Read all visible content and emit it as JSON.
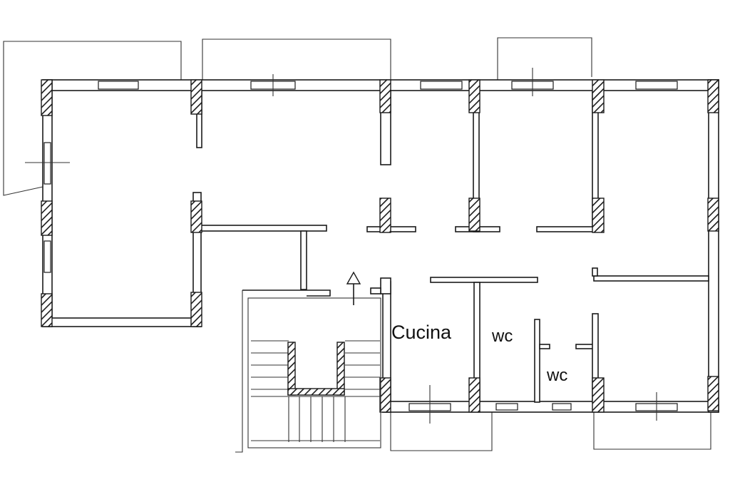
{
  "plan": {
    "rooms": [
      {
        "id": "kitchen",
        "label": "Cucina"
      },
      {
        "id": "wc1",
        "label": "wc"
      },
      {
        "id": "wc2",
        "label": "wc"
      }
    ],
    "symbols": {
      "entry_arrow": "up-arrow-icon",
      "stair": "staircase-icon"
    },
    "colors": {
      "line": "#1a1a1a",
      "background": "#ffffff"
    }
  }
}
